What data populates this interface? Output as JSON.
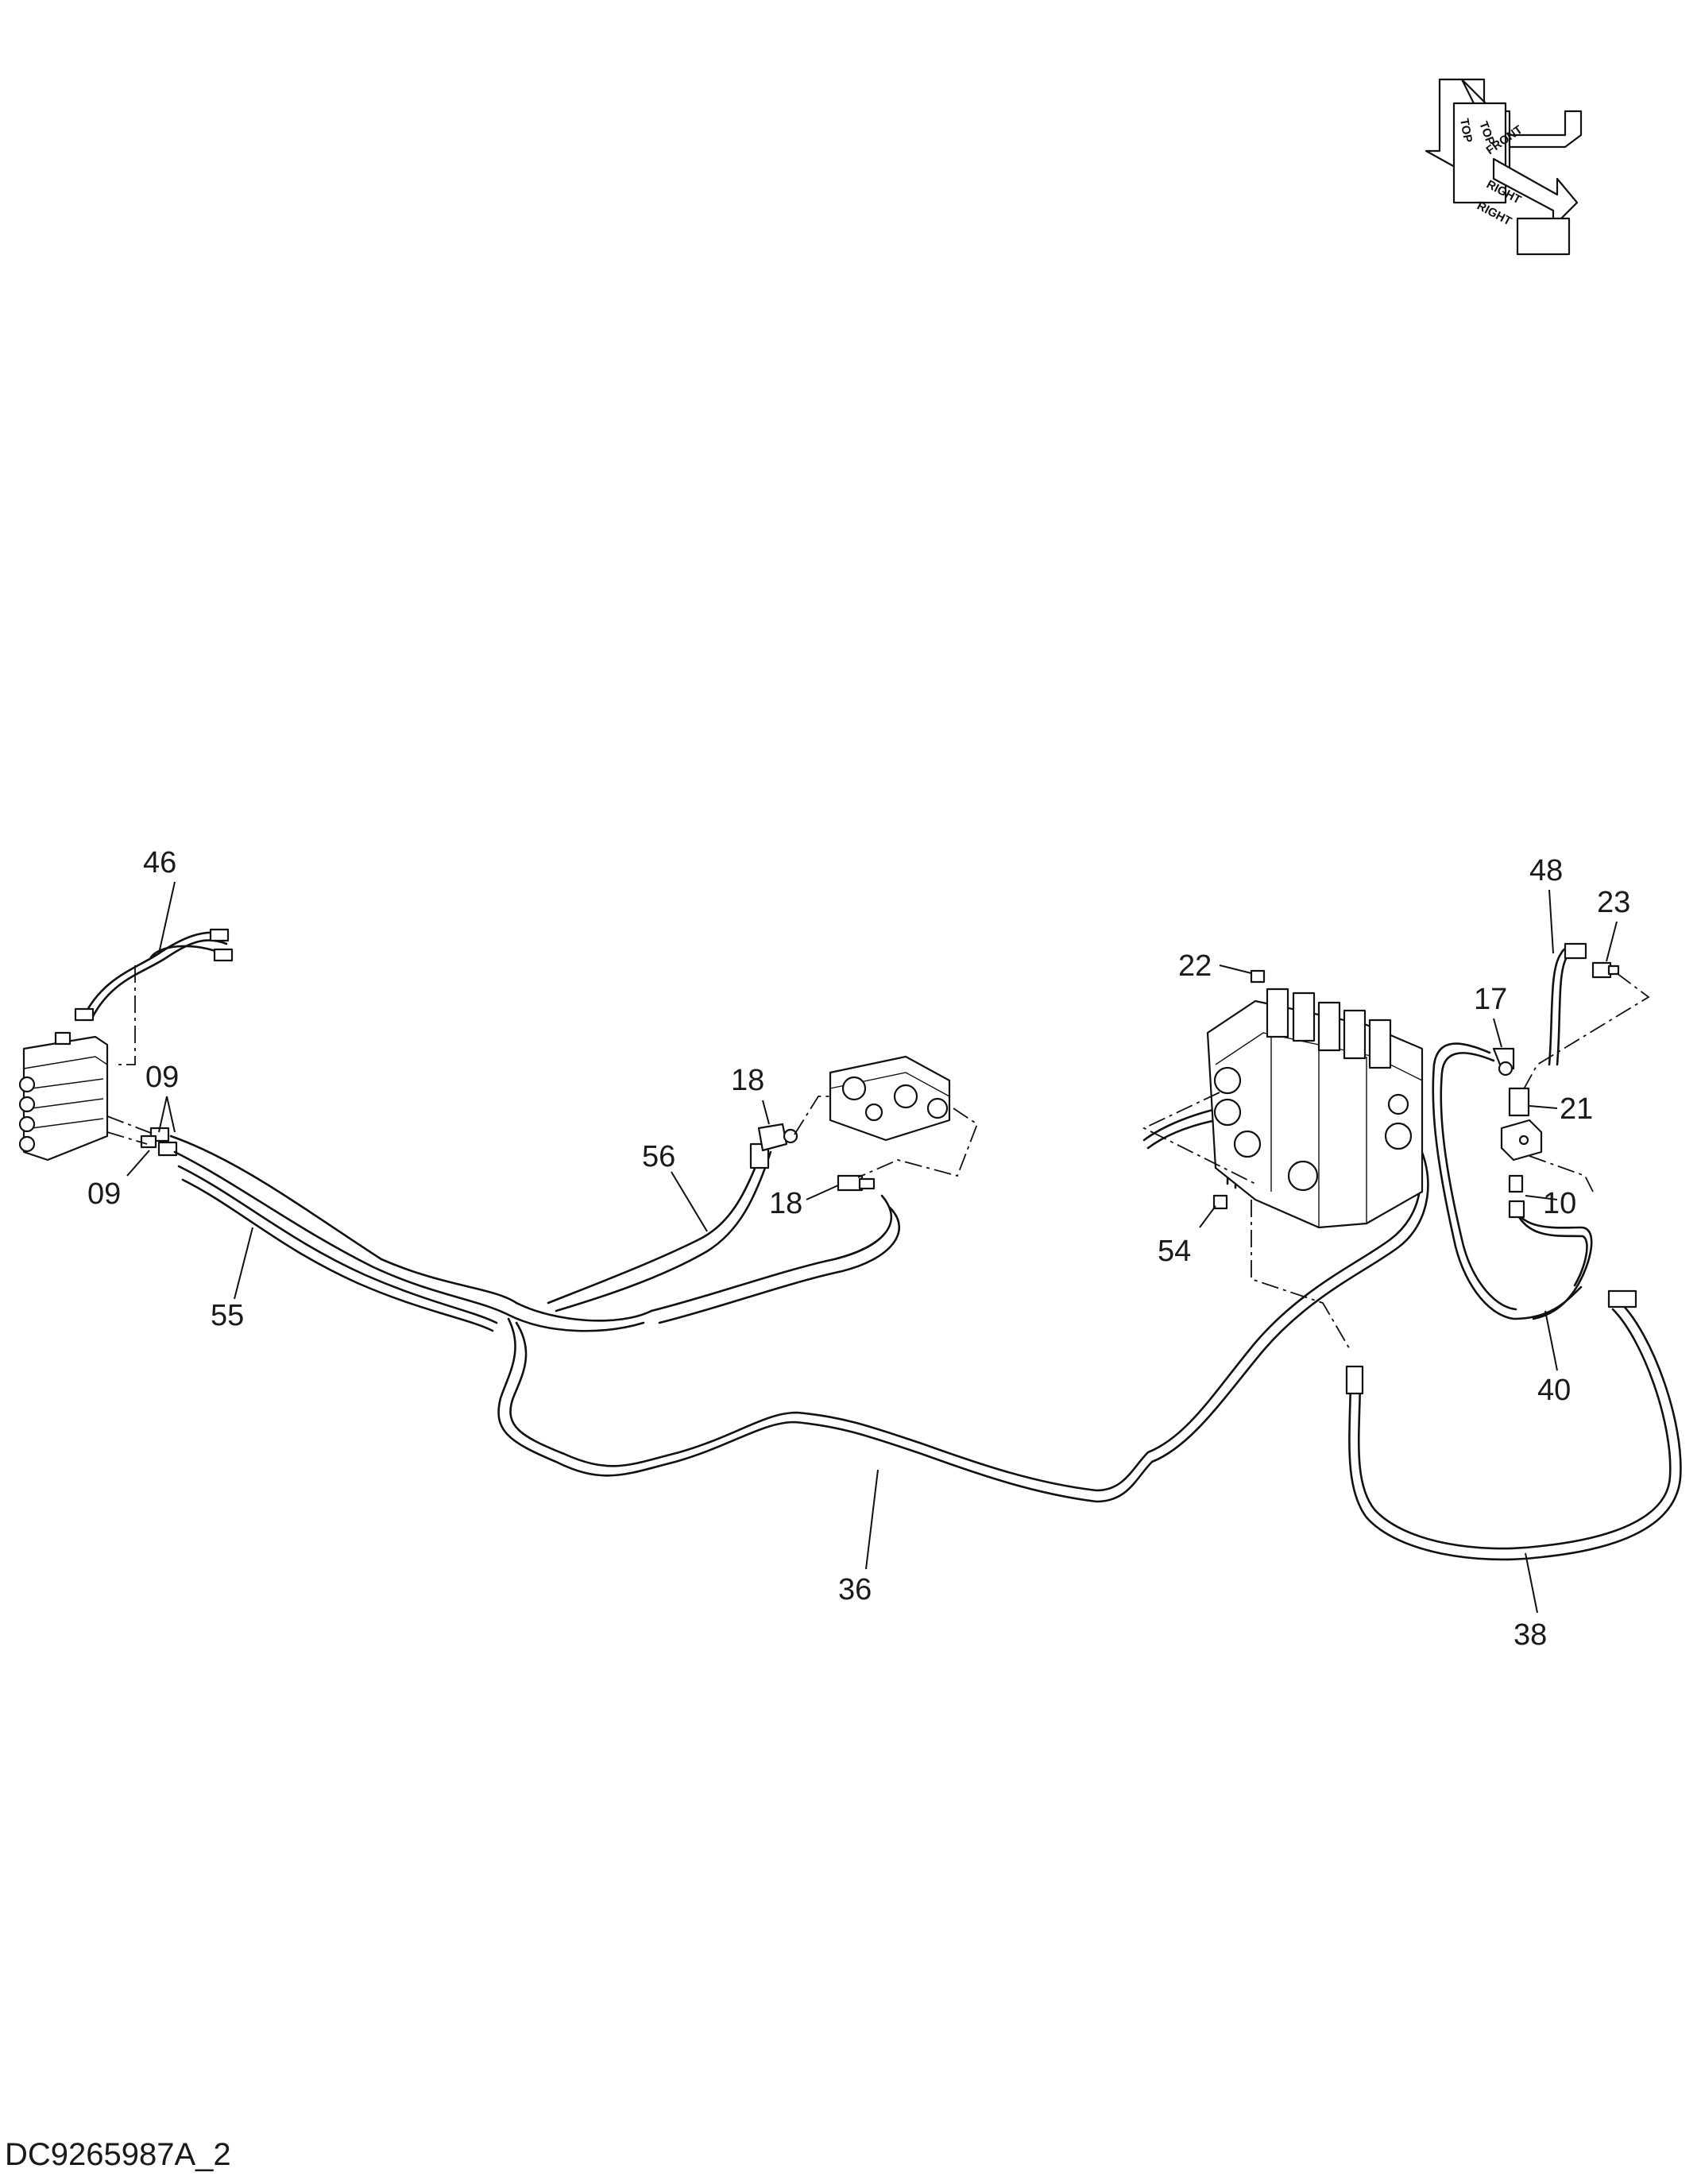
{
  "document_id": "DC9265987A_2",
  "orientation_labels": {
    "top": "TOP",
    "front": "FRONT",
    "right": "RIGHT"
  },
  "callouts": [
    {
      "key": "46",
      "label": "46"
    },
    {
      "key": "09a",
      "label": "09"
    },
    {
      "key": "09b",
      "label": "09"
    },
    {
      "key": "55",
      "label": "55"
    },
    {
      "key": "56",
      "label": "56"
    },
    {
      "key": "18a",
      "label": "18"
    },
    {
      "key": "18b",
      "label": "18"
    },
    {
      "key": "36",
      "label": "36"
    },
    {
      "key": "22",
      "label": "22"
    },
    {
      "key": "54",
      "label": "54"
    },
    {
      "key": "48",
      "label": "48"
    },
    {
      "key": "23",
      "label": "23"
    },
    {
      "key": "17",
      "label": "17"
    },
    {
      "key": "21",
      "label": "21"
    },
    {
      "key": "10",
      "label": "10"
    },
    {
      "key": "40",
      "label": "40"
    },
    {
      "key": "38",
      "label": "38"
    }
  ]
}
